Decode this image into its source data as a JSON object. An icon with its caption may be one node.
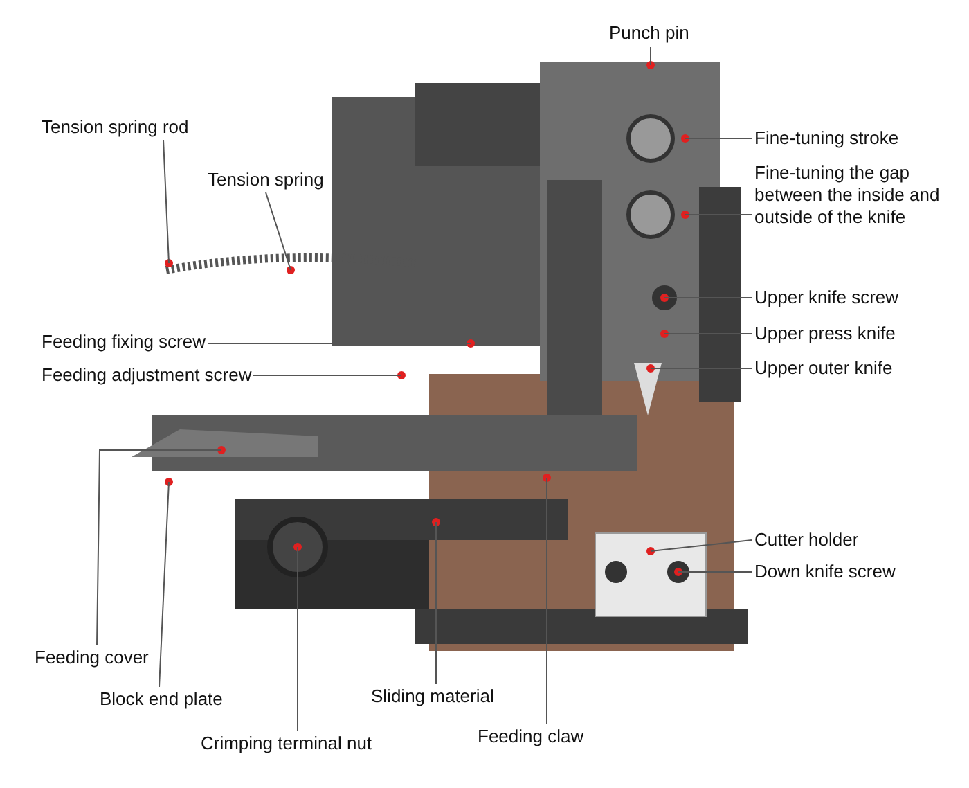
{
  "diagram": {
    "nodes": [
      {
        "text": [
          "Punch pin"
        ]
      },
      {
        "text": [
          "Tension spring rod"
        ]
      },
      {
        "text": [
          "Tension spring"
        ]
      },
      {
        "text": [
          "Fine-tuning stroke"
        ]
      },
      {
        "text": [
          "Fine-tuning the gap between the inside and outside of the knife"
        ]
      },
      {
        "text": [
          "Upper knife screw"
        ]
      },
      {
        "text": [
          "Upper press knife"
        ]
      },
      {
        "text": [
          "Upper outer knife"
        ]
      },
      {
        "text": [
          "Feeding fixing screw"
        ]
      },
      {
        "text": [
          "Feeding adjustment screw"
        ]
      },
      {
        "text": [
          "Cutter holder"
        ]
      },
      {
        "text": [
          "Down knife screw"
        ]
      },
      {
        "text": [
          "Feeding cover"
        ]
      },
      {
        "text": [
          "Block end plate"
        ]
      },
      {
        "text": [
          "Sliding material"
        ]
      },
      {
        "text": [
          "Crimping terminal nut"
        ]
      },
      {
        "text": [
          "Feeding claw"
        ]
      }
    ],
    "edges": [
      {
        "from": 0,
        "to": null,
        "arrow": "none"
      },
      {
        "from": 1,
        "to": null,
        "arrow": "none"
      },
      {
        "from": 2,
        "to": null,
        "arrow": "none"
      },
      {
        "from": 3,
        "to": null,
        "arrow": "none"
      },
      {
        "from": 4,
        "to": null,
        "arrow": "none"
      },
      {
        "from": 5,
        "to": null,
        "arrow": "none"
      },
      {
        "from": 6,
        "to": null,
        "arrow": "none"
      },
      {
        "from": 7,
        "to": null,
        "arrow": "none"
      },
      {
        "from": 8,
        "to": null,
        "arrow": "none"
      },
      {
        "from": 9,
        "to": null,
        "arrow": "none"
      },
      {
        "from": 10,
        "to": null,
        "arrow": "none"
      },
      {
        "from": 11,
        "to": null,
        "arrow": "none"
      },
      {
        "from": 12,
        "to": null,
        "arrow": "none"
      },
      {
        "from": 13,
        "to": null,
        "arrow": "none"
      },
      {
        "from": 14,
        "to": null,
        "arrow": "none"
      },
      {
        "from": 15,
        "to": null,
        "arrow": "none"
      },
      {
        "from": 16,
        "to": null,
        "arrow": "none"
      }
    ]
  }
}
